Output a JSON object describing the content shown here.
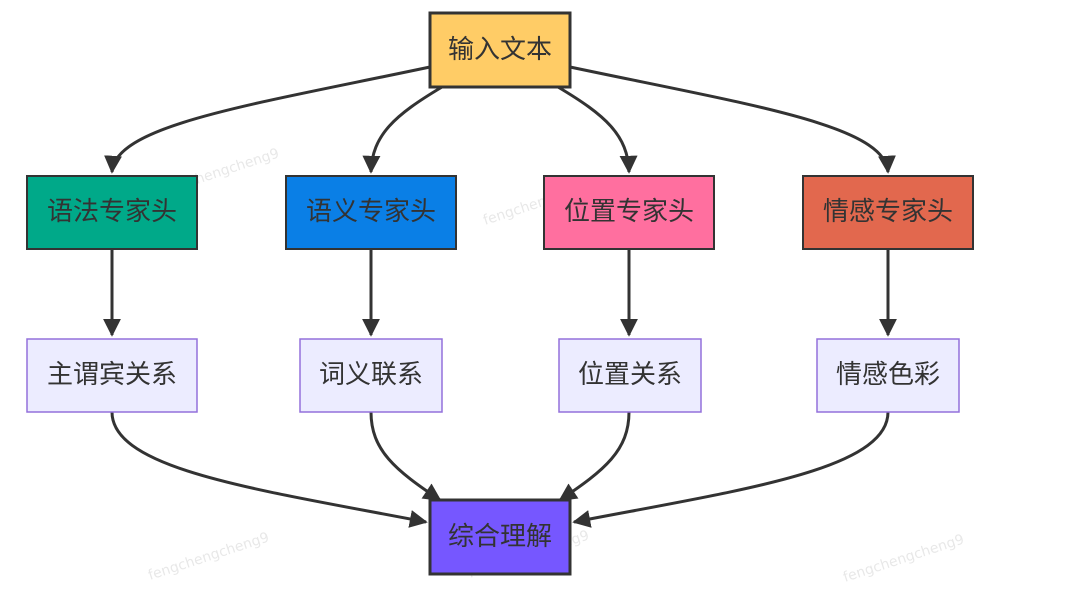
{
  "diagram": {
    "input": {
      "label": "输入文本",
      "color": "#ffcc66"
    },
    "experts": [
      {
        "label": "语法专家头",
        "color": "#00a989"
      },
      {
        "label": "语义专家头",
        "color": "#0a7fe6"
      },
      {
        "label": "位置专家头",
        "color": "#ff6f9f"
      },
      {
        "label": "情感专家头",
        "color": "#e2684e"
      }
    ],
    "relations": [
      {
        "label": "主谓宾关系"
      },
      {
        "label": "词义联系"
      },
      {
        "label": "位置关系"
      },
      {
        "label": "情感色彩"
      }
    ],
    "output": {
      "label": "综合理解",
      "color": "#7657ff"
    },
    "relation_fill": "#ececff",
    "relation_border": "#9370db",
    "edge_color": "#333333"
  },
  "watermark": "fengchengcheng9"
}
